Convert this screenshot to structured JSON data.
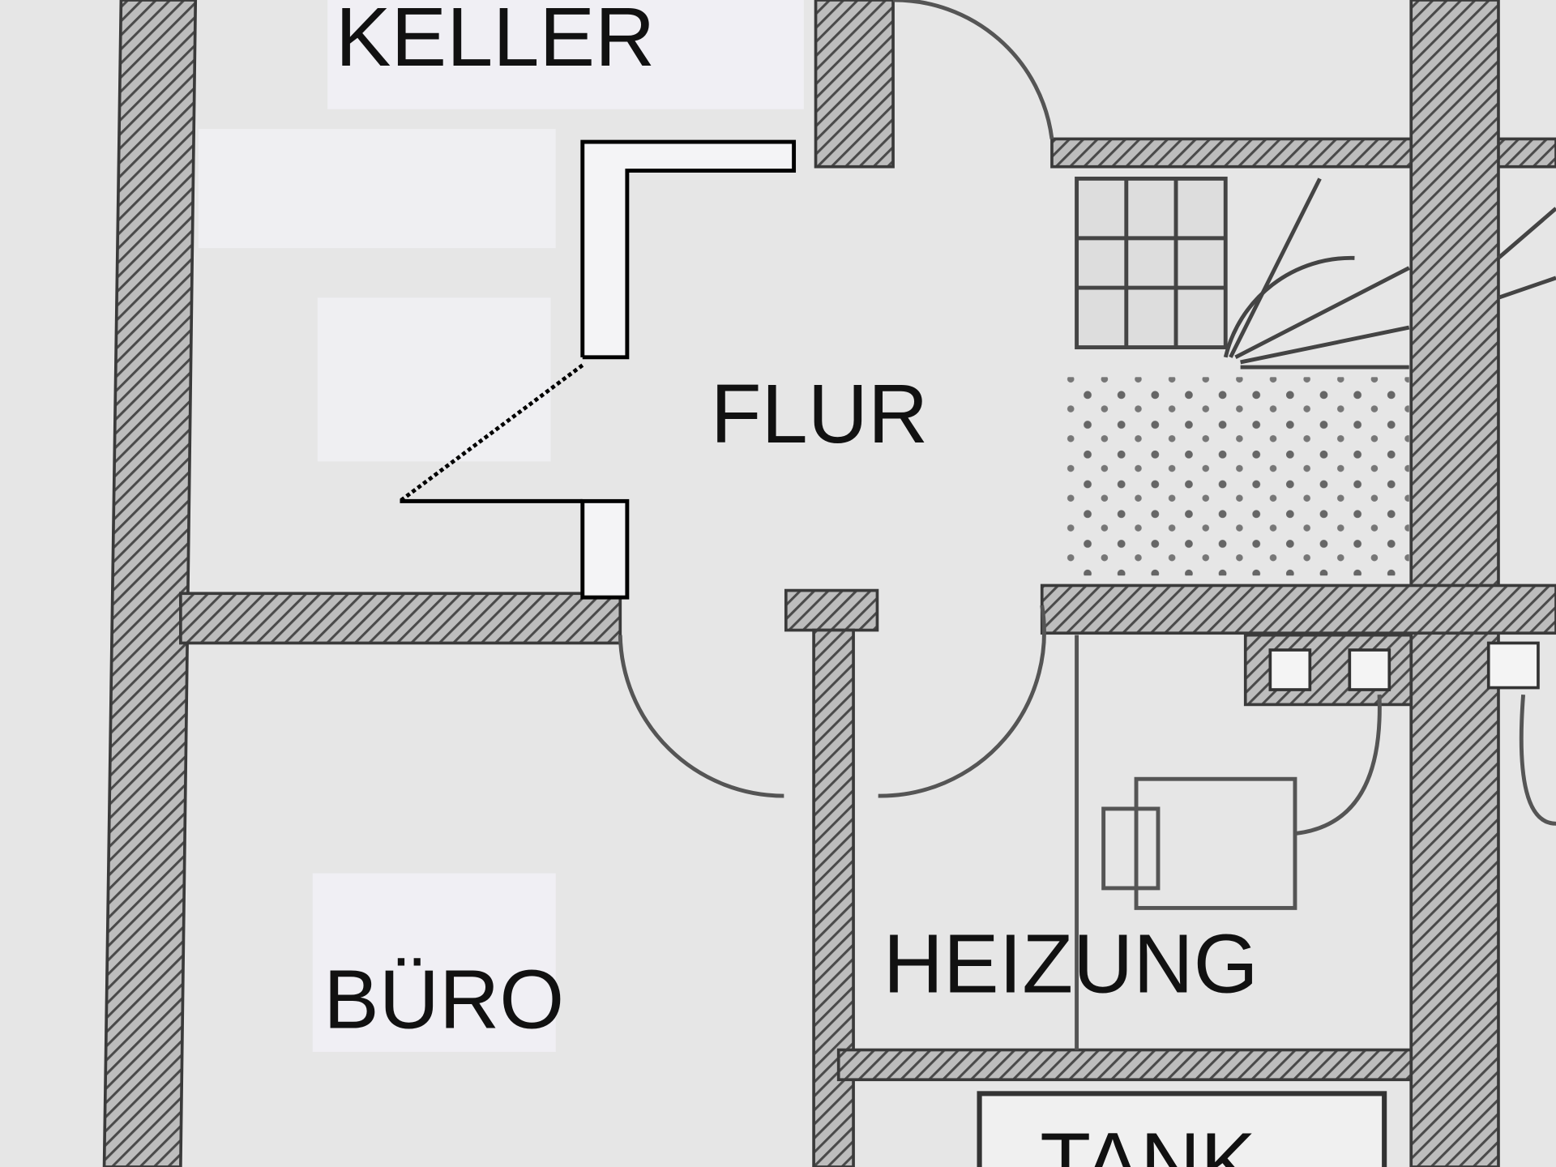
{
  "plan": {
    "rooms": [
      {
        "id": "keller",
        "label": "KELLER"
      },
      {
        "id": "flur",
        "label": "FLUR"
      },
      {
        "id": "buero",
        "label": "BÜRO"
      },
      {
        "id": "heizung",
        "label": "HEIZUNG"
      },
      {
        "id": "tank",
        "label": "TANK"
      }
    ]
  },
  "colors": {
    "paper": "#e6e6e6",
    "wall": "#5a5a5a",
    "ink": "#111111",
    "patch": "#f2f1f5"
  }
}
